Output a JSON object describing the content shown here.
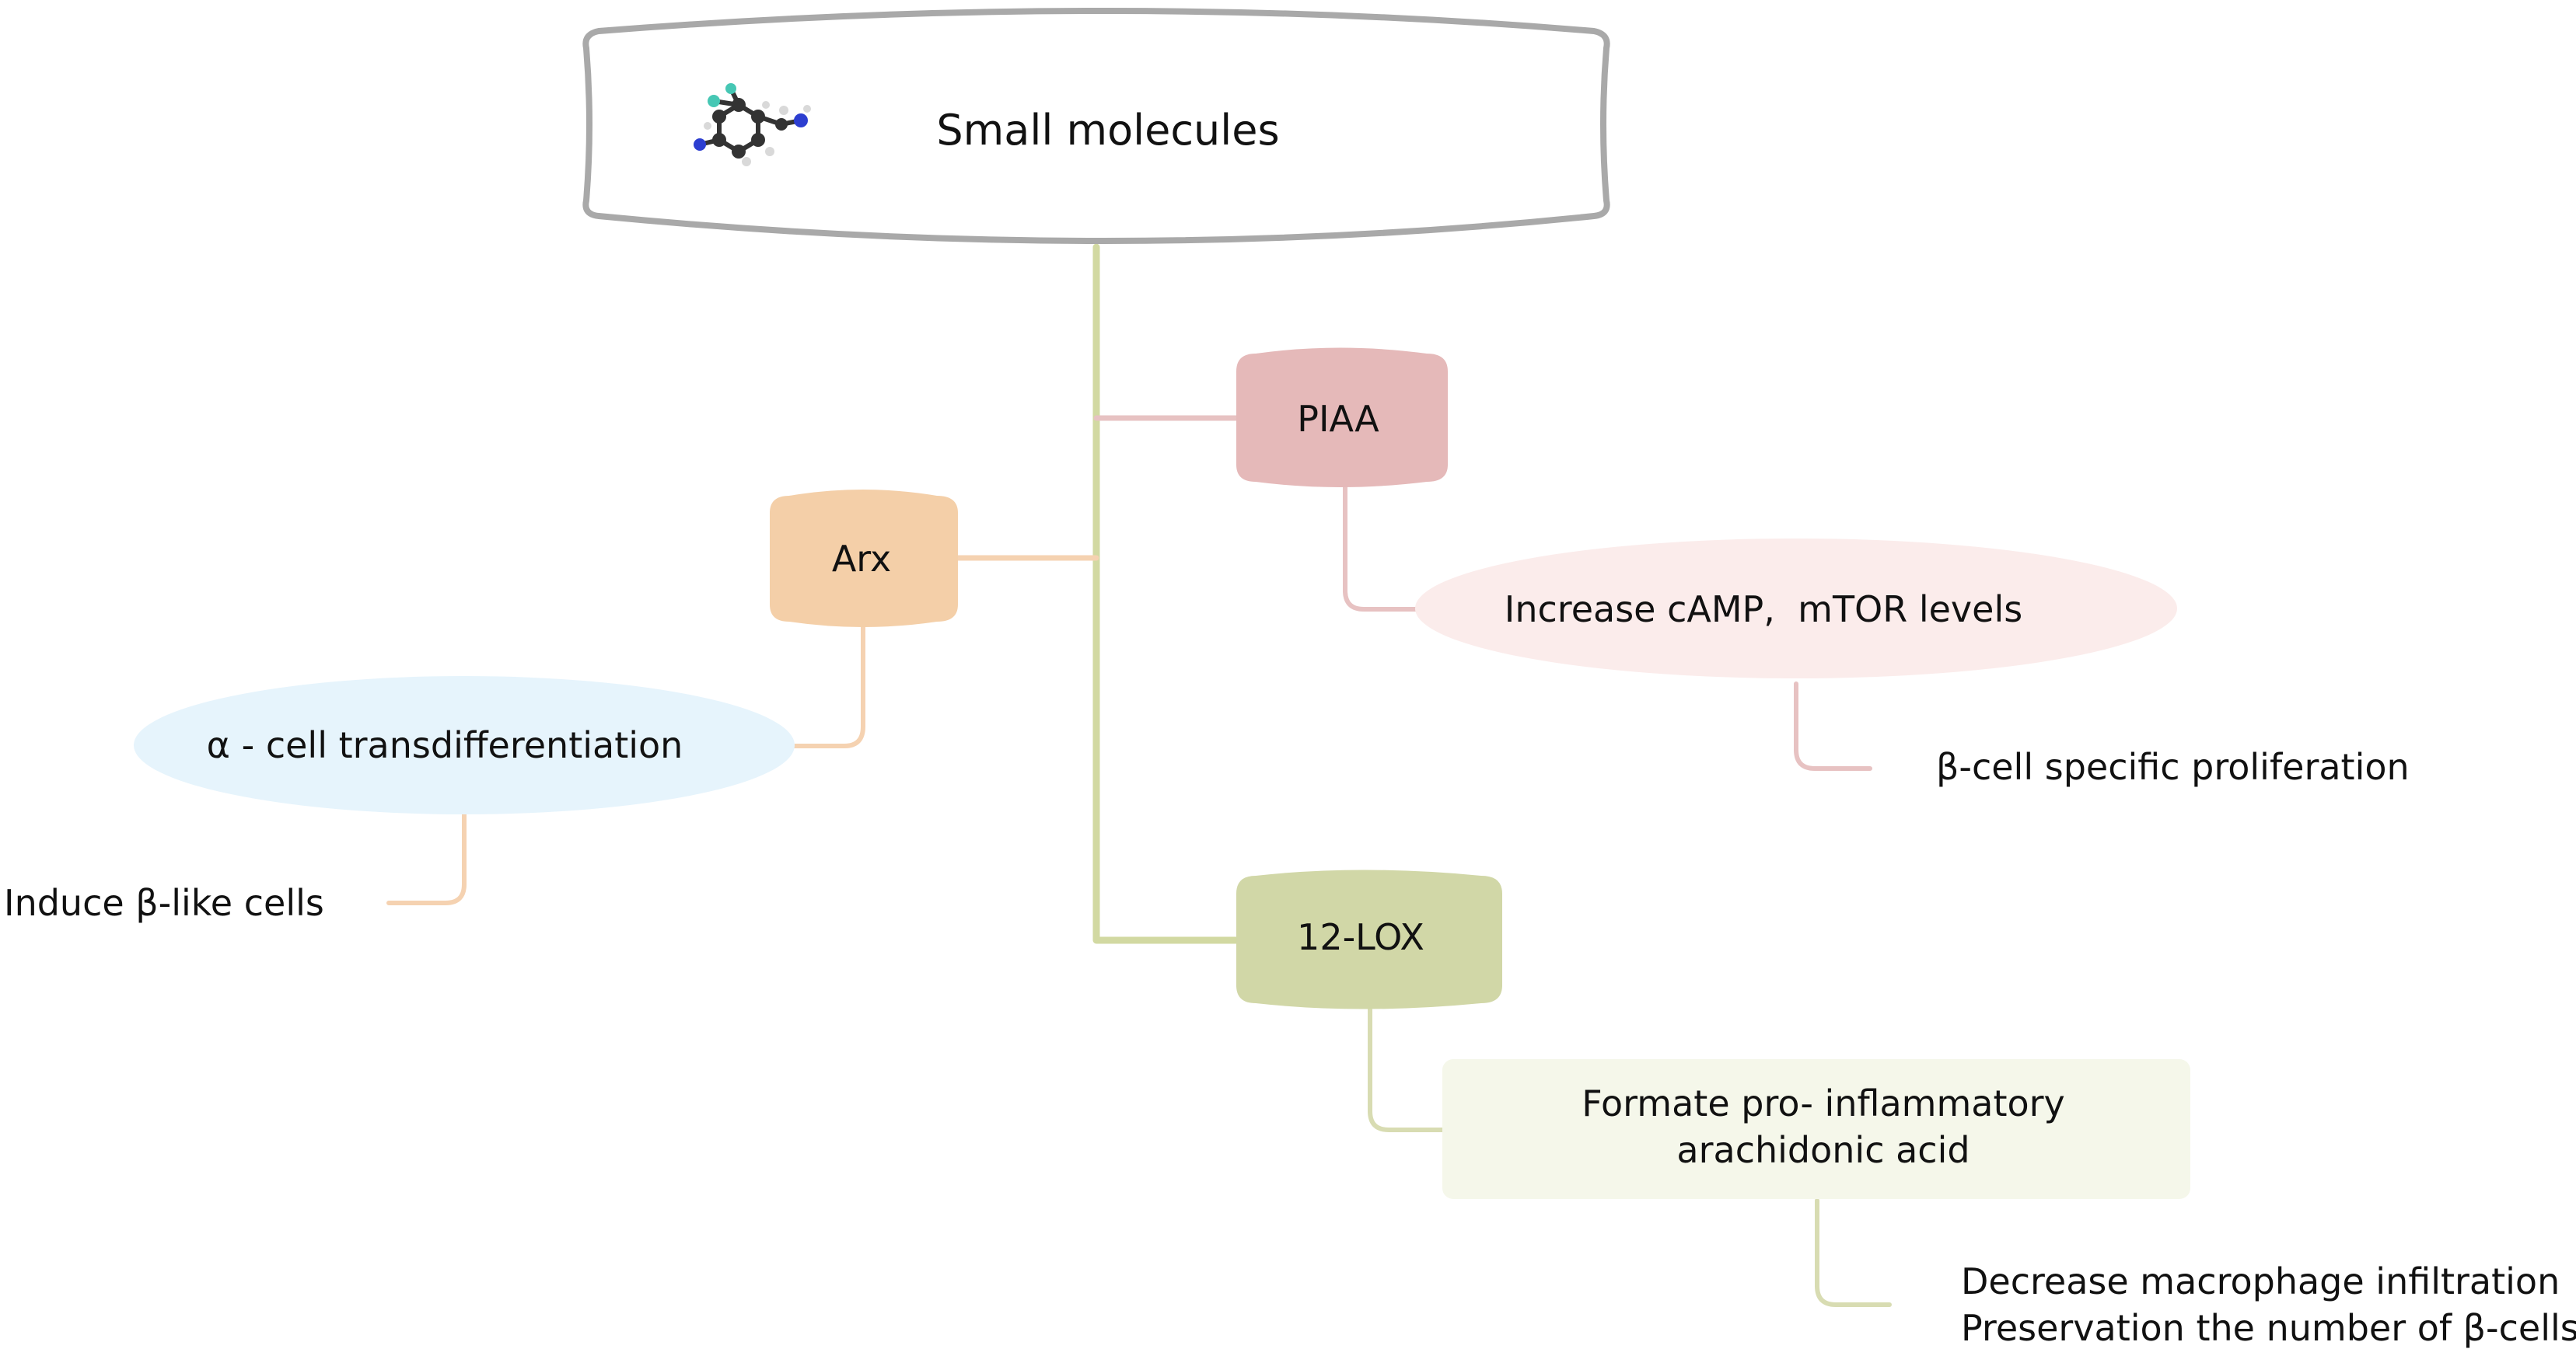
{
  "colors": {
    "trunk": "#d2d9a2",
    "root_border": "#a9a9a9",
    "piaa": "#e5b9b9",
    "piaa_line": "#e7c2c2",
    "piaa_effect": "#fbeceb",
    "arx": "#f4cfa8",
    "arx_line": "#f5d2b1",
    "arx_effect": "#e6f4fc",
    "lox": "#d1d7a7",
    "lox_line": "#d8dcb2",
    "lox_effect": "#f5f7ea",
    "text": "#111111",
    "molecule_carbon": "#333333",
    "molecule_nitrogen": "#2c3ed0",
    "molecule_fluorine": "#46c7b4",
    "molecule_hydrogen": "#d9d9d9"
  },
  "root": {
    "label": "Small molecules",
    "icon": "molecule-icon"
  },
  "branches": {
    "piaa": {
      "label": "PIAA",
      "effect": "Increase cAMP,  mTOR levels",
      "outcome": "β-cell specific proliferation"
    },
    "arx": {
      "label": "Arx",
      "effect": "α - cell transdifferentiation",
      "outcome": "Induce β-like cells"
    },
    "lox": {
      "label": "12-LOX",
      "effect_lines": [
        "Formate pro- inflammatory",
        "arachidonic acid"
      ],
      "outcome_lines": [
        "Decrease macrophage infiltration",
        "Preservation the number of β-cells"
      ]
    }
  }
}
